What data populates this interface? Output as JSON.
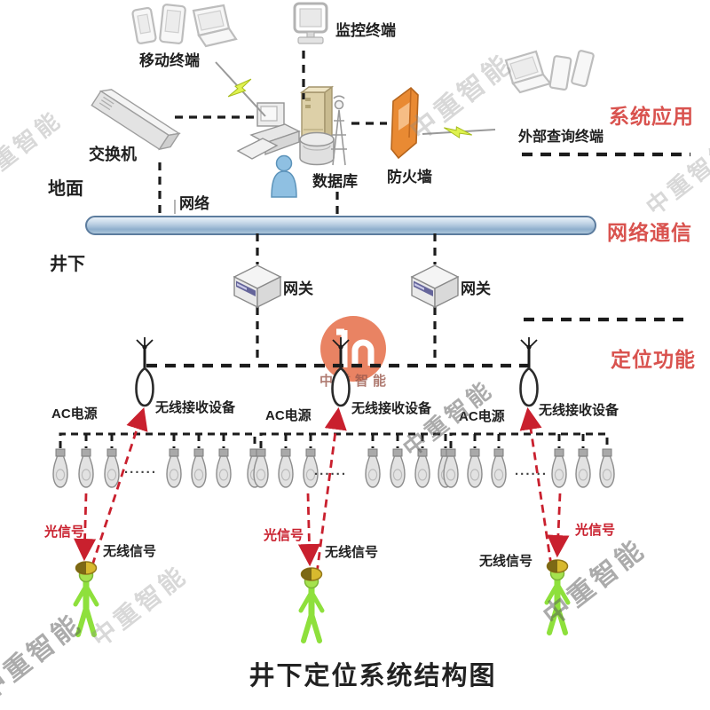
{
  "title": "井下定位系统结构图",
  "brand": {
    "watermark_text": "中重智能",
    "logo_color": "#e4643c"
  },
  "side_labels": {
    "system_app": "系统应用",
    "network_comm": "网络通信",
    "positioning": "定位功能",
    "label_color": "#d9534f"
  },
  "environment": {
    "ground": "地面",
    "underground": "井下",
    "network": "网络"
  },
  "devices": {
    "mobile_terminal": "移动终端",
    "monitor_terminal": "监控终端",
    "switch": "交换机",
    "database": "数据库",
    "firewall": "防火墙",
    "external_terminal": "外部查询终端",
    "gateway_1": "网关",
    "gateway_2": "网关"
  },
  "receiver_groups": [
    {
      "power": "AC电源",
      "receiver": "无线接收设备",
      "optical_signal": "光信号",
      "wireless_signal": "无线信号",
      "more": "......"
    },
    {
      "power": "AC电源",
      "receiver": "无线接收设备",
      "optical_signal": "光信号",
      "wireless_signal": "无线信号",
      "more": "......"
    },
    {
      "power": "AC电源",
      "receiver": "无线接收设备",
      "optical_signal": "光信号",
      "wireless_signal": "无线信号",
      "more": "......"
    }
  ],
  "colors": {
    "pipe_blue": "#9fb8d0",
    "signal_red": "#c9202e",
    "miner_green": "#8ee03c",
    "firewall_orange": "#e98a33",
    "lightning_yellow": "#dff24f"
  }
}
